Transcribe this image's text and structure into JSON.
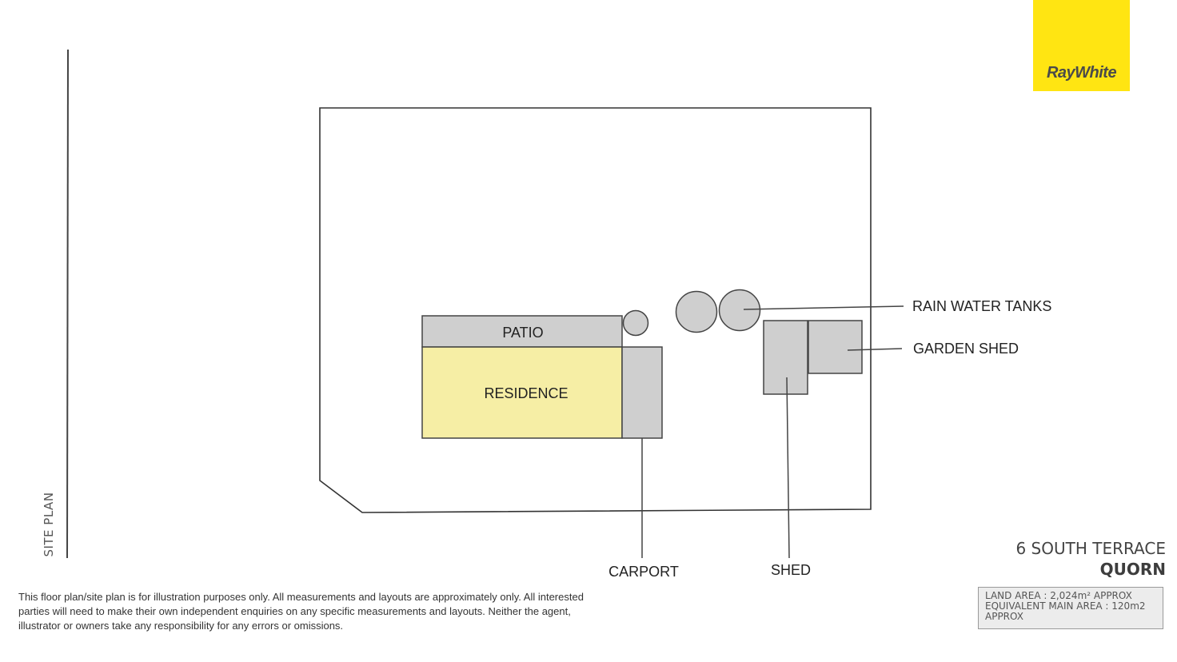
{
  "brand": {
    "name": "RayWhite",
    "color": "#ffe512"
  },
  "sidebar_label": "SITE PLAN",
  "plan": {
    "labels": {
      "patio": "PATIO",
      "residence": "RESIDENCE",
      "rain_water_tanks": "RAIN WATER TANKS",
      "garden_shed": "GARDEN SHED",
      "carport": "CARPORT",
      "shed": "SHED"
    },
    "colors": {
      "residence_fill": "#f6eea5",
      "structure_fill": "#cfcfcf",
      "outline": "#333333"
    }
  },
  "property": {
    "street": "6 SOUTH TERRACE",
    "suburb": "QUORN",
    "land_area": "LAND AREA : 2,024m² APPROX",
    "main_area_line1": "EQUIVALENT MAIN AREA : 120m2",
    "main_area_line2": "APPROX"
  },
  "disclaimer": "This floor plan/site plan is for illustration purposes only. All measurements and layouts are approximately only. All interested parties will need to make their own independent enquiries on any specific measurements and layouts. Neither the agent, illustrator or owners take any responsibility for any errors or omissions."
}
